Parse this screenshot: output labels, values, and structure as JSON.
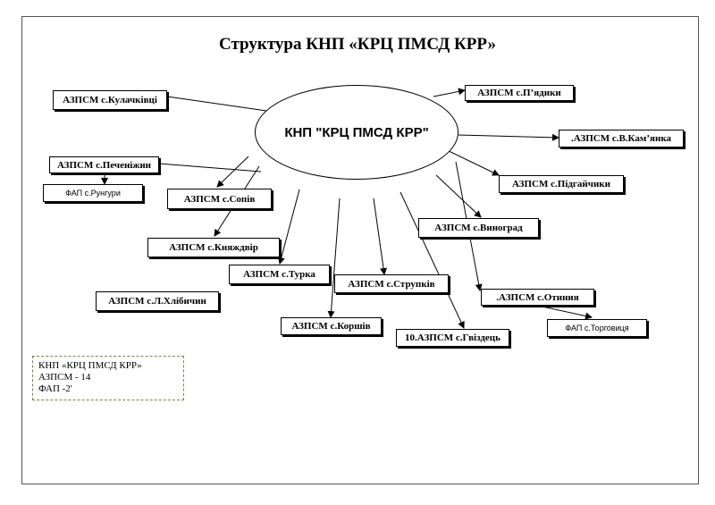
{
  "title": "Структура КНП «КРЦ ПМСД КРР»",
  "hub": "КНП \"КРЦ ПМСД КРР\"",
  "units": {
    "kulachkivtsi": "АЗПСМ с.Кулачківці",
    "pyadyky": "АЗПСМ с.П’ядики",
    "kamianka": ".АЗПСМ с.В.Кам’янка",
    "pidhaichyky": "АЗПСМ с.Підгайчики",
    "pechenizhyn": "АЗПСМ с.Печеніжин",
    "fap_runhury": "ФАП с.Рунгури",
    "sopiv": "АЗПСМ с.Сопів",
    "vynohrad": "АЗПСМ с.Виноград",
    "kniazhdvir": "АЗПСМ с.Княждвір",
    "turka": "АЗПСМ с.Турка",
    "strupkiv": "АЗПСМ с.Струпків",
    "otynia": ".АЗПСМ с.Отиния",
    "l_khlibychyn": "АЗПСМ с.Л.Хлібичин",
    "korshiv": "АЗПСМ с.Коршів",
    "hvizdets": "10.АЗПСМ с.Гвіздець",
    "fap_torhovytsia": "ФАП с.Торговиця"
  },
  "legend": {
    "line1": "КНП «КРЦ ПМСД КРР»",
    "line2": "АЗПСМ  - 14",
    "line3": "ФАП -2'"
  }
}
